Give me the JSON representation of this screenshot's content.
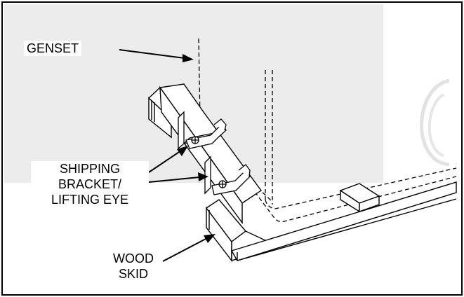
{
  "labels": {
    "genset": "GENSET",
    "bracket_line1": "SHIPPING",
    "bracket_line2": "BRACKET/",
    "bracket_line3": "LIFTING EYE",
    "skid_line1": "WOOD",
    "skid_line2": "SKID"
  },
  "colors": {
    "line": "#000000",
    "panel_shade": "#ececec",
    "background": "#ffffff"
  }
}
